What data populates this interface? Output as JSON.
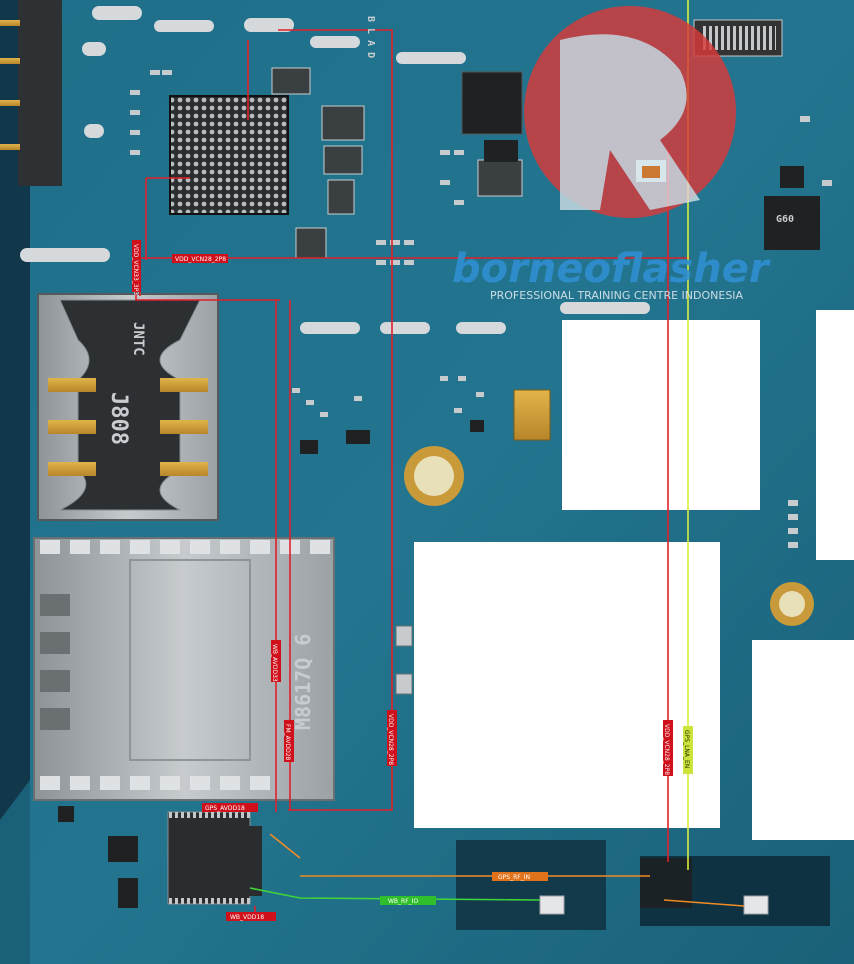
{
  "watermark": {
    "brand": "borneoflasher",
    "tagline": "PROFESSIONAL TRAINING CENTRE INDONESIA",
    "colors": {
      "brand_blue": "#2f8fd0",
      "brand_red": "#d83a3a",
      "badge_orange": "#f07a1e"
    }
  },
  "net_labels": {
    "vdd_vcn28_2p8_h": "VDD_VCN28_2P8",
    "vdd_vcn33_3p3": "VDD_VCN33_3P3",
    "wb_avdd33": "WB_AVDD33",
    "fm_avdd28": "FM_AVDD28",
    "vdd_vcn28_2p8_v": "VDD_VCN28_2P8",
    "vdd_vcn28_2p8_right": "VDD_VCN28_2P8",
    "gps_lna_en": "GPS_LNA_EN",
    "gps_avdd18": "GPS_AVDD18",
    "gps_rf_in": "GPS_RF_IN",
    "wb_rf_io": "WB_RF_IO",
    "wb_vdd18": "WB_VDD18"
  },
  "markings": {
    "sim_tray": "J808",
    "sim_brand": "JNTC",
    "sd_tray": "M8617Q 6",
    "edge_pins": "B L A D",
    "small_ic": "G60"
  },
  "trace_colors": {
    "red": "#e0202a",
    "yellow": "#d9ee3a",
    "orange": "#f08a24",
    "green": "#3fd43a"
  }
}
